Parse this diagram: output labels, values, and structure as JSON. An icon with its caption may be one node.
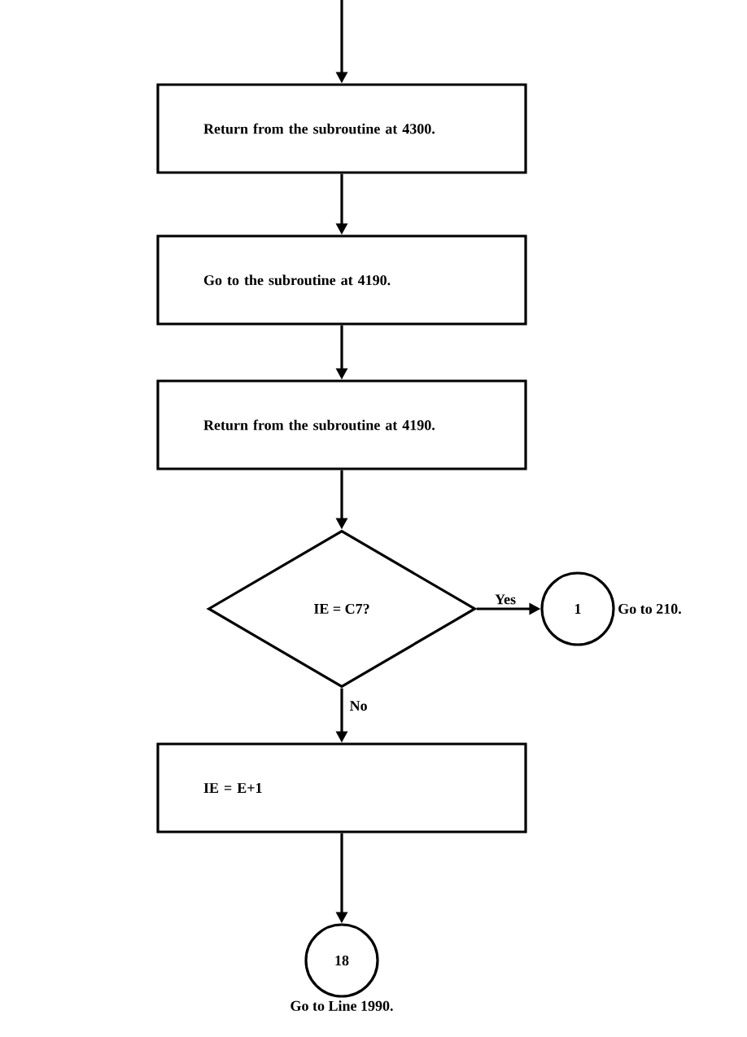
{
  "diagram": {
    "nodes": [
      {
        "text": [
          "Return from the subroutine at 4300."
        ]
      },
      {
        "text": [
          "Go to the subroutine at 4190."
        ]
      },
      {
        "text": [
          "Return from the subroutine at 4190."
        ]
      },
      {
        "text": [
          "IE = C7?"
        ]
      },
      {
        "text": [
          "1"
        ],
        "beside": [
          "Go to 210."
        ]
      },
      {
        "text": [
          "IE = E+1"
        ]
      },
      {
        "text": [
          "18"
        ],
        "beside": [
          "Go to Line 1990."
        ]
      }
    ],
    "edges": [
      {
        "from": null,
        "to": 0,
        "arrow": "to"
      },
      {
        "from": 0,
        "to": 1,
        "arrow": "to"
      },
      {
        "from": 1,
        "to": 2,
        "arrow": "to"
      },
      {
        "from": 2,
        "to": 3,
        "arrow": "to"
      },
      {
        "from": 3,
        "to": 4,
        "arrow": "to",
        "label": "Yes"
      },
      {
        "from": 3,
        "to": 5,
        "arrow": "to",
        "label": "No"
      },
      {
        "from": 5,
        "to": 6,
        "arrow": "to"
      }
    ]
  }
}
